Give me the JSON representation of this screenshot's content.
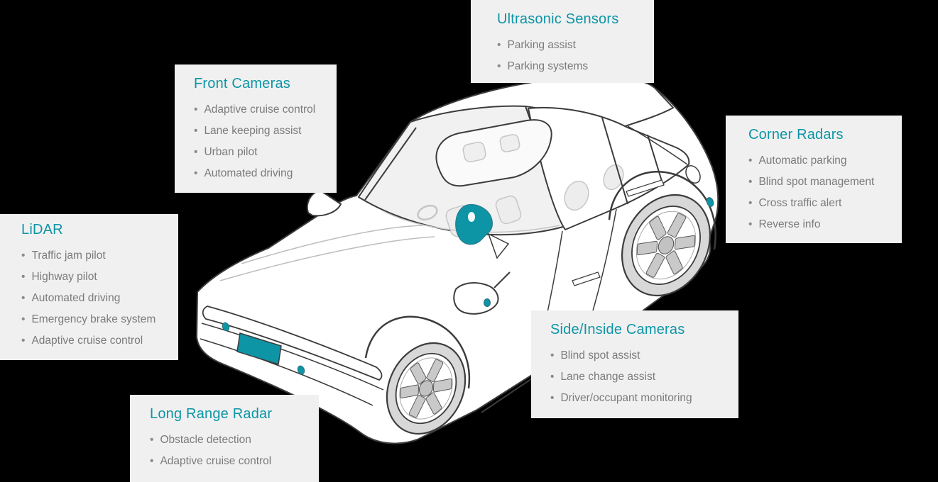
{
  "background_color": "#000000",
  "accent_color": "#0d95a6",
  "text_color": "#7b7b7b",
  "panel_color": "#f0f0f0",
  "callouts": [
    {
      "id": "ultrasonic-sensors",
      "title": "Ultrasonic Sensors",
      "items": [
        "Parking assist",
        "Parking systems"
      ]
    },
    {
      "id": "front-cameras",
      "title": "Front Cameras",
      "items": [
        "Adaptive cruise control",
        "Lane keeping assist",
        "Urban pilot",
        "Automated driving"
      ]
    },
    {
      "id": "corner-radars",
      "title": "Corner Radars",
      "items": [
        "Automatic parking",
        "Blind spot management",
        "Cross traffic alert",
        "Reverse info"
      ]
    },
    {
      "id": "lidar",
      "title": "LiDAR",
      "items": [
        "Traffic jam pilot",
        "Highway pilot",
        "Automated driving",
        "Emergency brake system",
        "Adaptive cruise control"
      ]
    },
    {
      "id": "side-inside-cameras",
      "title": "Side/Inside Cameras",
      "items": [
        "Blind spot assist",
        "Lane change assist",
        "Driver/occupant monitoring"
      ]
    },
    {
      "id": "long-range-radar",
      "title": "Long Range Radar",
      "items": [
        "Obstacle detection",
        "Adaptive cruise control"
      ]
    }
  ],
  "illustration": {
    "subject": "isometric line-art car seen from upper front-left",
    "body_color": "#ffffff",
    "outline_color": "#3c3c3c",
    "sensor_mark_color": "#0d95a6",
    "sensor_marks": [
      "windshield-front-camera",
      "front-long-range-radar-plate",
      "front-bumper-ultrasonic-dots",
      "side-mirror-camera-dot",
      "rear-corner-radar-dot"
    ]
  }
}
